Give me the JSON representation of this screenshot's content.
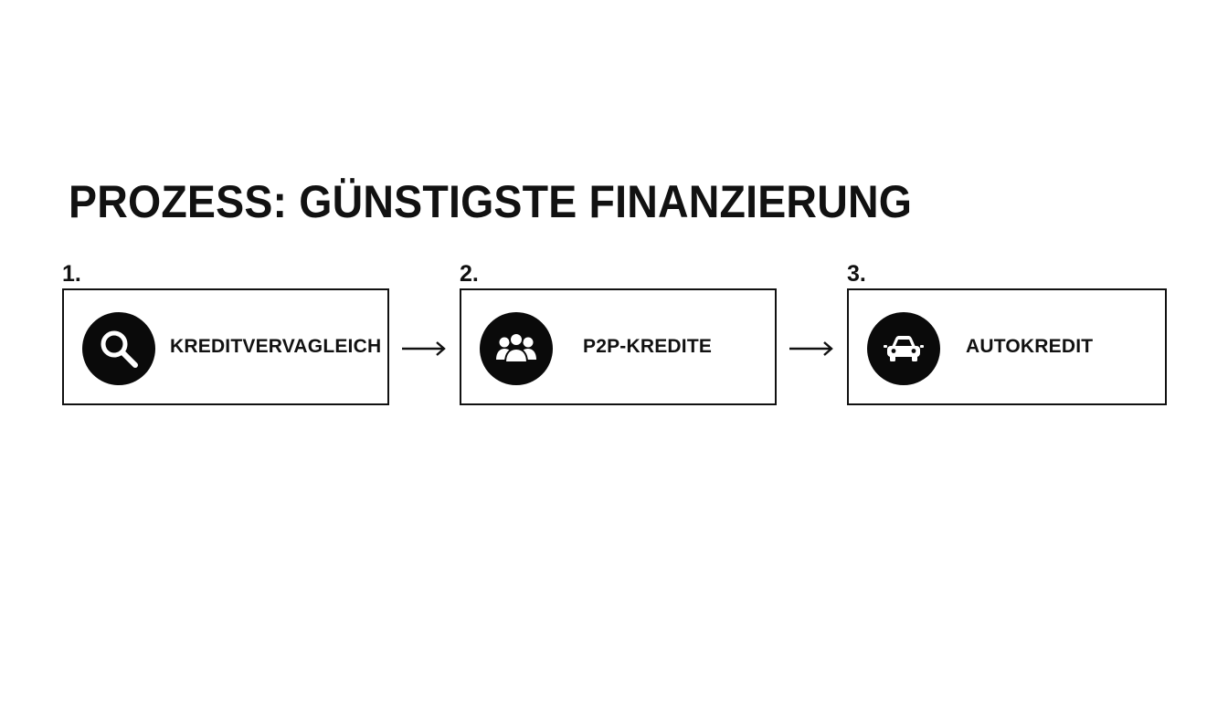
{
  "title": "PROZESS: GÜNSTIGSTE FINANZIERUNG",
  "steps": [
    {
      "number": "1.",
      "label": "KREDITVERVAGLEICH",
      "icon": "search-icon"
    },
    {
      "number": "2.",
      "label": "P2P-KREDITE",
      "icon": "people-group-icon"
    },
    {
      "number": "3.",
      "label": "AUTOKREDIT",
      "icon": "car-icon"
    }
  ],
  "colors": {
    "text": "#111111",
    "border": "#111111",
    "icon_background": "#0a0a0a",
    "icon_foreground": "#ffffff",
    "background": "#ffffff"
  }
}
